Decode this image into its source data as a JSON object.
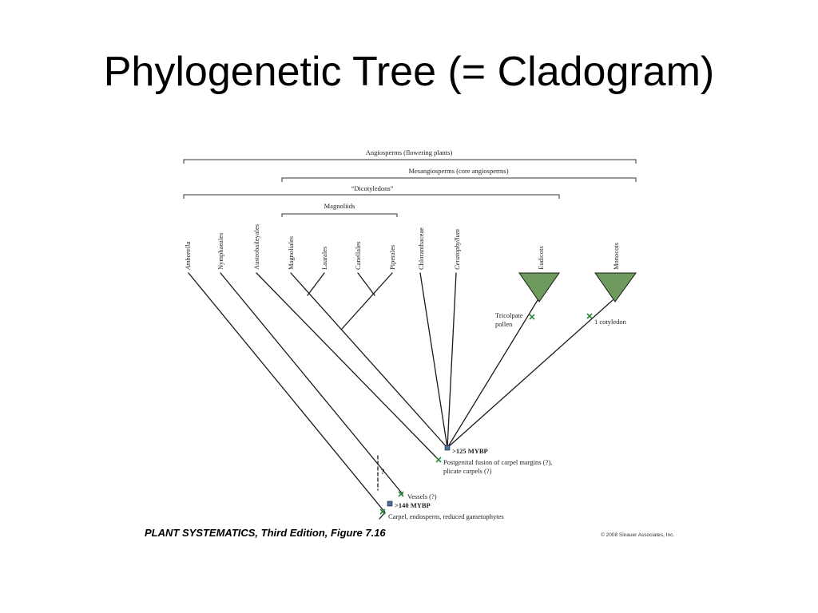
{
  "title": "Phylogenetic Tree (= Cladogram)",
  "brackets": {
    "angiosperms": "Angiosperms (flowering plants)",
    "mesangiosperms": "Mesangiosperms (core angiosperms)",
    "dicotyledons": "“Dicotyledons”",
    "magnoliids": "Magnoliids"
  },
  "taxa": {
    "amborella": "Amborella",
    "nymphaeales": "Nymphaeales",
    "austrobaileyales": "Austrobaileyales",
    "magnoliales": "Magnoliales",
    "laurales": "Laurales",
    "canellales": "Canellales",
    "piperales": "Piperales",
    "chloranthaceae": "Chloranthaceae",
    "ceratophyllum": "Ceratophyllum",
    "eudicots": "Eudicots",
    "monocots": "Monocots"
  },
  "annotations": {
    "tricolpate_1": "Tricolpate",
    "tricolpate_2": "pollen",
    "cotyledon": "1 cotyledon",
    "mybp125": ">125 MYBP",
    "fusion_1": "Postgenital fusion of carpel margins (?),",
    "fusion_2": "plicate carpels (?)",
    "vessels": "Vessels (?)",
    "mybp140": ">140 MYBP",
    "carpel": "Carpel, endosperm, reduced gametophytes",
    "question": "?"
  },
  "caption": {
    "main": "PLANT SYSTEMATICS, Third Edition, Figure 7.16",
    "copyright": "© 2008 Sinauer Associates, Inc."
  },
  "colors": {
    "branch": "#1a1a1a",
    "clade_fill": "#6f9a5d",
    "synapomorphy_mark": "#2e8b3e",
    "node_mark": "#4a6fa0"
  }
}
